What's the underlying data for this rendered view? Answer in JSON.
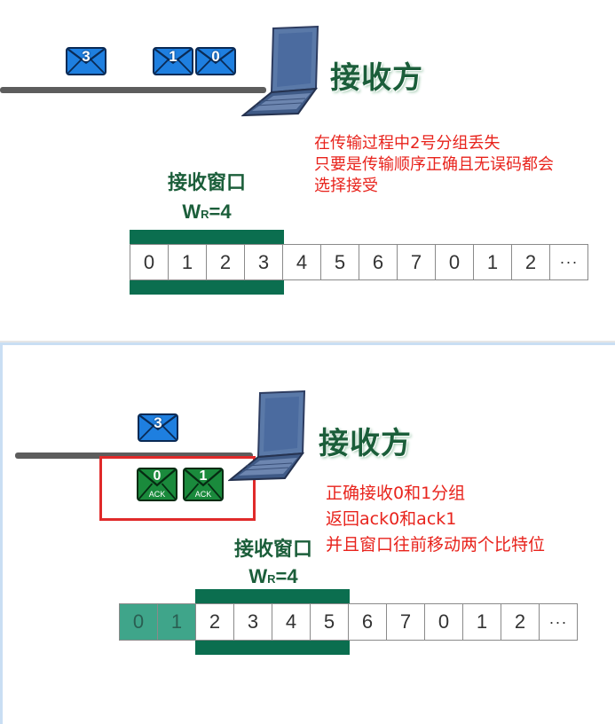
{
  "top": {
    "packets": [
      {
        "label": "3"
      },
      {
        "label": "1"
      },
      {
        "label": "0"
      }
    ],
    "receiver_label": "接收方",
    "window_title": "接收窗口",
    "window_size": {
      "prefix": "W",
      "sub": "R",
      "suffix": "=4"
    },
    "note": [
      "在传输过程中2号分组丢失",
      "只要是传输顺序正确且无误码都会",
      "选择接受"
    ],
    "sequence": [
      "0",
      "1",
      "2",
      "3",
      "4",
      "5",
      "6",
      "7",
      "0",
      "1",
      "2",
      "···"
    ],
    "window_start": 0,
    "window_length": 4,
    "received_count": 0
  },
  "bottom": {
    "packets": [
      {
        "label": "3"
      }
    ],
    "acks": [
      {
        "label": "0",
        "sub": "ACK"
      },
      {
        "label": "1",
        "sub": "ACK"
      }
    ],
    "receiver_label": "接收方",
    "window_title": "接收窗口",
    "window_size": {
      "prefix": "W",
      "sub": "R",
      "suffix": "=4"
    },
    "note": [
      "正确接收0和1分组",
      "返回ack0和ack1",
      "并且窗口往前移动两个比特位"
    ],
    "sequence": [
      "0",
      "1",
      "2",
      "3",
      "4",
      "5",
      "6",
      "7",
      "0",
      "1",
      "2",
      "···"
    ],
    "window_start": 2,
    "window_length": 4,
    "received_count": 2
  },
  "colors": {
    "packet_blue": "#1e7fe0",
    "ack_green": "#1a8a3c",
    "window_bar": "#0b6e4f",
    "received_cell": "#3fa58a",
    "note_red": "#e8231c",
    "label_green": "#1b5e3a"
  },
  "icons": [
    "envelope-icon",
    "laptop-icon"
  ]
}
